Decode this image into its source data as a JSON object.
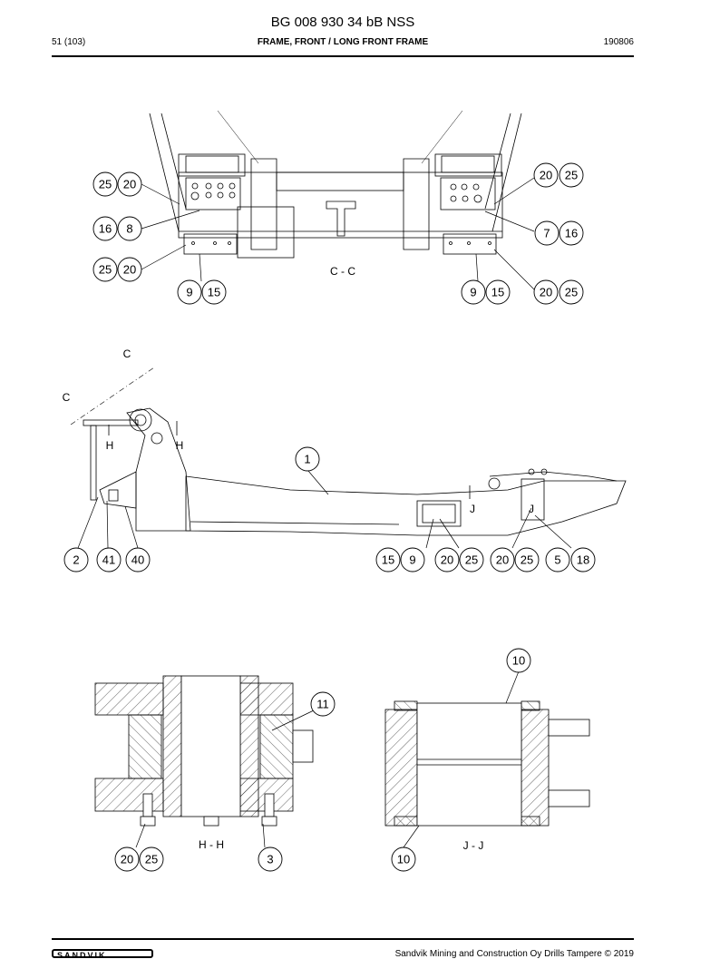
{
  "header": {
    "document_id": "BG 008 930 34 bB NSS",
    "page": "51 (103)",
    "section_title": "FRAME, FRONT / LONG FRONT FRAME",
    "date_code": "190806"
  },
  "views": {
    "cc_label": "C - C",
    "hh_label": "H - H",
    "jj_label": "J - J",
    "section_c": "C",
    "section_h": "H",
    "section_j": "J"
  },
  "balloons": {
    "cc": [
      "25",
      "20",
      "16",
      "8",
      "25",
      "20",
      "9",
      "15",
      "20",
      "25",
      "7",
      "16",
      "9",
      "15",
      "20",
      "25"
    ],
    "side": [
      "1",
      "2",
      "41",
      "40",
      "15",
      "9",
      "20",
      "25",
      "20",
      "25",
      "5",
      "18"
    ],
    "detail": [
      "11",
      "20",
      "25",
      "3",
      "10",
      "10"
    ]
  },
  "footer": {
    "logo": "SANDVIK",
    "copyright": "Sandvik Mining and Construction Oy Drills Tampere © 2019"
  }
}
